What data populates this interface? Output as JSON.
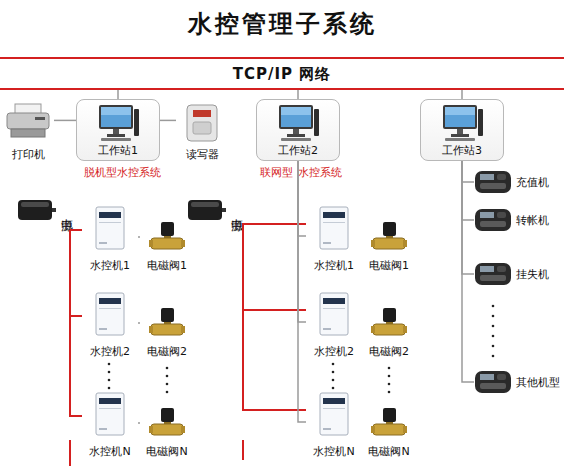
{
  "diagram": {
    "title": "水控管理子系统",
    "nodes": [
      {
        "text": [
          "TCP/IP 网络"
        ]
      },
      {
        "text": [
          "工作站1"
        ]
      },
      {
        "text": [
          "打印机"
        ]
      },
      {
        "text": [
          "读写器"
        ]
      },
      {
        "text": [
          "工作站2"
        ]
      },
      {
        "text": [
          "工作站3"
        ]
      },
      {
        "text": [
          "电源"
        ]
      },
      {
        "text": [
          "水控机1"
        ]
      },
      {
        "text": [
          "电磁阀1"
        ]
      },
      {
        "text": [
          "水控机2"
        ]
      },
      {
        "text": [
          "电磁阀2"
        ]
      },
      {
        "text": [
          "水控机N"
        ]
      },
      {
        "text": [
          "电磁阀N"
        ]
      },
      {
        "text": [
          "电源"
        ]
      },
      {
        "text": [
          "水控机1"
        ]
      },
      {
        "text": [
          "电磁阀1"
        ]
      },
      {
        "text": [
          "水控机2"
        ]
      },
      {
        "text": [
          "电磁阀2"
        ]
      },
      {
        "text": [
          "水控机N"
        ]
      },
      {
        "text": [
          "电磁阀N"
        ]
      },
      {
        "text": [
          "充值机"
        ]
      },
      {
        "text": [
          "转帐机"
        ]
      },
      {
        "text": [
          "挂失机"
        ]
      },
      {
        "text": [
          "其他机型"
        ]
      }
    ],
    "edges": [
      {
        "from": 0,
        "to": 1,
        "arrow": "none"
      },
      {
        "from": 0,
        "to": 4,
        "arrow": "none"
      },
      {
        "from": 0,
        "to": 5,
        "arrow": "none"
      },
      {
        "from": 1,
        "to": 2,
        "arrow": "none"
      },
      {
        "from": 1,
        "to": 3,
        "arrow": "none"
      },
      {
        "from": 6,
        "to": 7,
        "arrow": "none"
      },
      {
        "from": 6,
        "to": 9,
        "arrow": "none"
      },
      {
        "from": 6,
        "to": 11,
        "arrow": "none"
      },
      {
        "from": 7,
        "to": 8,
        "arrow": "none"
      },
      {
        "from": 9,
        "to": 10,
        "arrow": "none"
      },
      {
        "from": 11,
        "to": 12,
        "arrow": "none"
      },
      {
        "from": 13,
        "to": 14,
        "arrow": "none"
      },
      {
        "from": 13,
        "to": 16,
        "arrow": "none"
      },
      {
        "from": 13,
        "to": 18,
        "arrow": "none"
      },
      {
        "from": 4,
        "to": 14,
        "arrow": "none"
      },
      {
        "from": 4,
        "to": 16,
        "arrow": "none"
      },
      {
        "from": 4,
        "to": 18,
        "arrow": "none"
      },
      {
        "from": 14,
        "to": 15,
        "arrow": "none"
      },
      {
        "from": 16,
        "to": 17,
        "arrow": "none"
      },
      {
        "from": 18,
        "to": 19,
        "arrow": "none"
      },
      {
        "from": 5,
        "to": 20,
        "arrow": "none"
      },
      {
        "from": 5,
        "to": 21,
        "arrow": "none"
      },
      {
        "from": 5,
        "to": 22,
        "arrow": "none"
      },
      {
        "from": 5,
        "to": 23,
        "arrow": "none"
      }
    ],
    "labels": [
      "脱机型水控系统",
      "联网型",
      "水控系统"
    ]
  }
}
